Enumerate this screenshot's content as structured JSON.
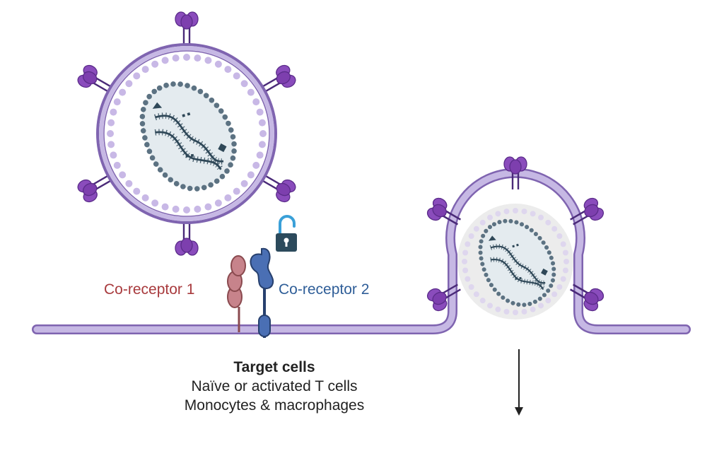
{
  "labels": {
    "co_receptor_1": "Co-receptor 1",
    "co_receptor_2": "Co-receptor 2"
  },
  "target": {
    "title": "Target cells",
    "line1": "Naïve or activated T cells",
    "line2": "Monocytes & macrophages"
  },
  "colors": {
    "membrane": "#b7a7d9",
    "membrane_edge": "#7f64b0",
    "capsid_dots": "#c8b8e6",
    "spike": "#7d3fae",
    "core_edge": "#5c7282",
    "core_fill": "#e6edf1",
    "rna": "#2f4858",
    "co_receptor_1": "#c7838b",
    "co_receptor_2": "#4a6fb4",
    "lock": "#2c4a5c",
    "lock_shackle": "#3aa0d8"
  },
  "icons": {
    "lock": "unlocked-padlock-icon"
  }
}
